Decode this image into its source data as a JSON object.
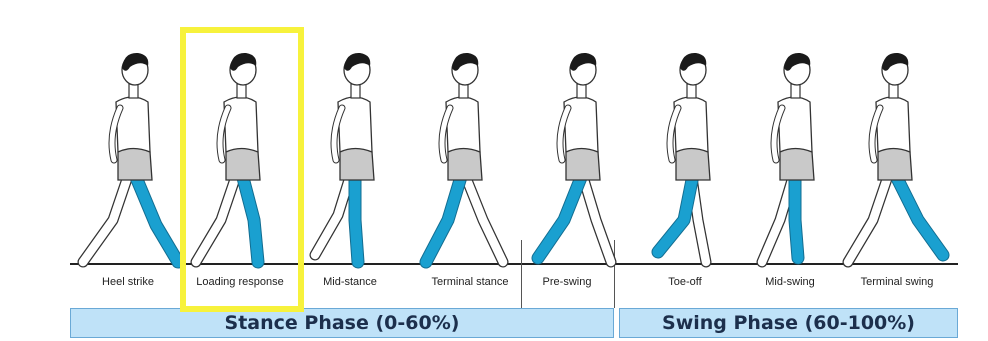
{
  "phases": [
    {
      "label": "Heel strike",
      "limb": "front"
    },
    {
      "label": "Loading response",
      "limb": "front-flat"
    },
    {
      "label": "Mid-stance",
      "limb": "vertical"
    },
    {
      "label": "Terminal stance",
      "limb": "back"
    },
    {
      "label": "Pre-swing",
      "limb": "toe"
    },
    {
      "label": "Toe-off",
      "limb": "toe-lift"
    },
    {
      "label": "Mid-swing",
      "limb": "swing-mid"
    },
    {
      "label": "Terminal swing",
      "limb": "swing-forward"
    }
  ],
  "bars": {
    "stance": "Stance Phase (0-60%)",
    "swing": "Swing Phase (60-100%)"
  },
  "colors": {
    "highlighted_leg": "#1aa0d0",
    "shorts": "#c9c9c9",
    "hair": "#1a1a1a",
    "skin": "#ffffff",
    "bar_fill": "#bfe2f8",
    "highlight_box": "#f7f23c"
  },
  "highlighted_phase": "Loading response"
}
